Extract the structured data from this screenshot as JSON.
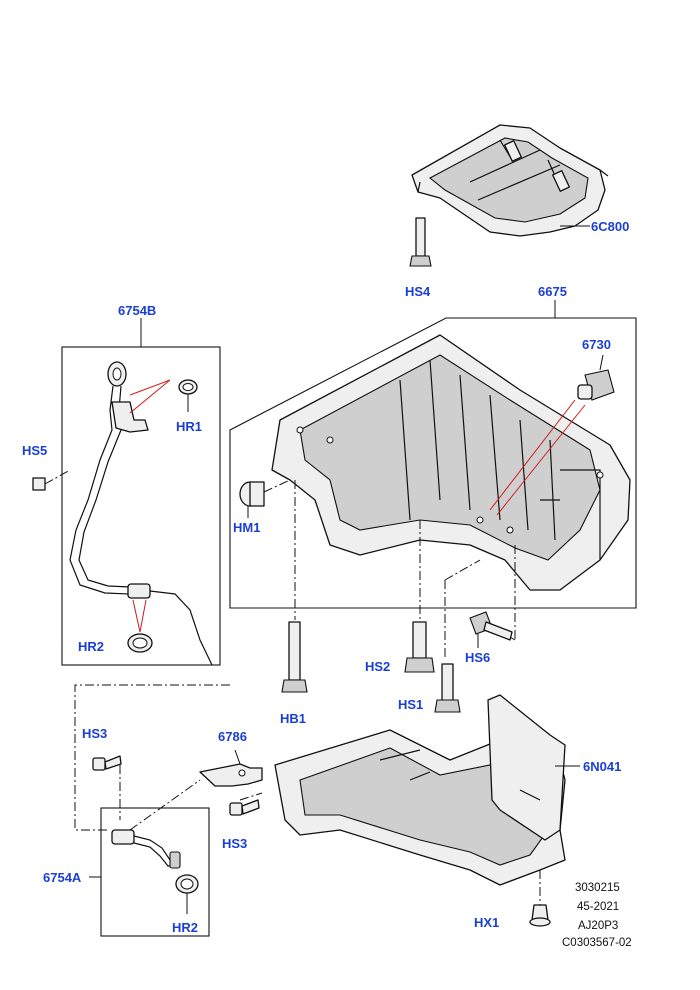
{
  "callouts": {
    "c6C800": "6C800",
    "cHS4": "HS4",
    "c6754B": "6754B",
    "c6675": "6675",
    "c6730": "6730",
    "cHR1": "HR1",
    "cHS5": "HS5",
    "cHM1": "HM1",
    "cHR2a": "HR2",
    "cHS2": "HS2",
    "cHS6": "HS6",
    "cHB1": "HB1",
    "cHS1": "HS1",
    "cHS3a": "HS3",
    "c6786": "6786",
    "c6N041": "6N041",
    "cHS3b": "HS3",
    "c6754A": "6754A",
    "cHR2b": "HR2",
    "cHX1": "HX1"
  },
  "reference": {
    "line1": "3030215",
    "line2": "45-2021",
    "line3": "AJ20P3",
    "line4": "C0303567-02"
  },
  "colors": {
    "callout": "#1a3fd6",
    "highlight": "#d11a1a",
    "ink": "#111111"
  }
}
